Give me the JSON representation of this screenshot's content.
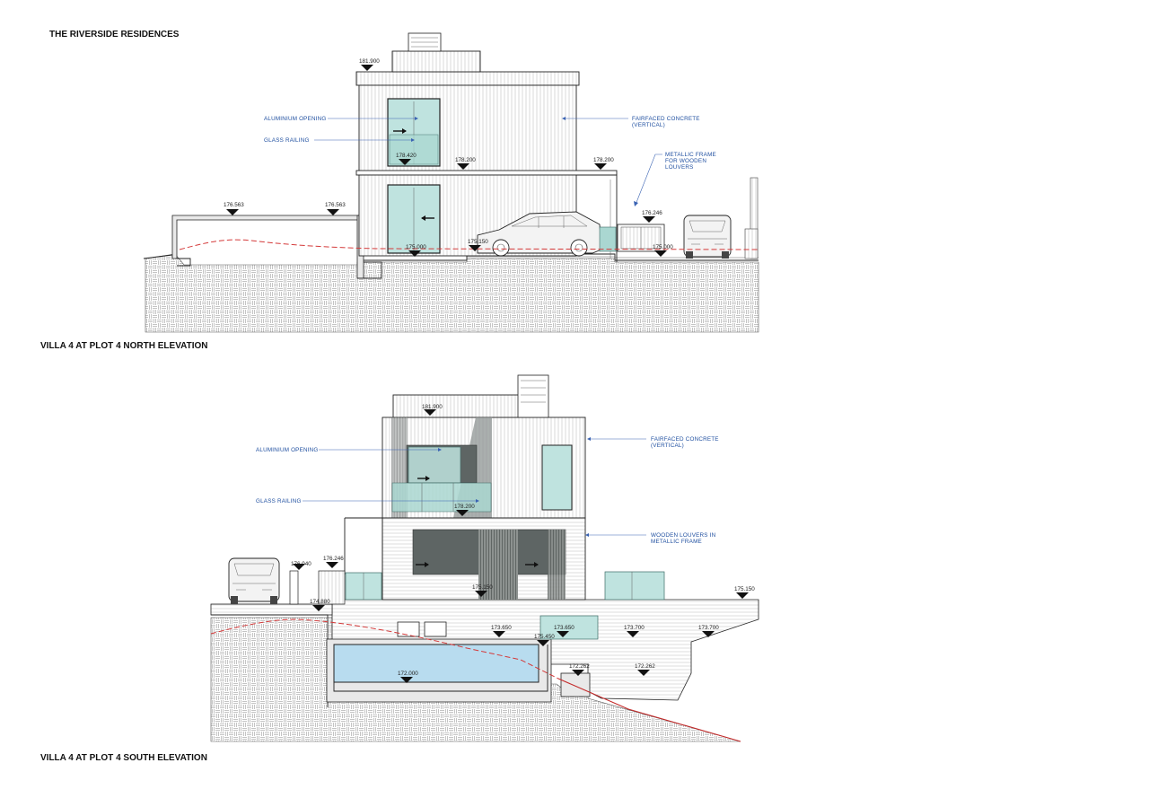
{
  "sheet": {
    "project_title": "THE RIVERSIDE RESIDENCES",
    "north_title": "VILLA 4 AT PLOT 4 NORTH ELEVATION",
    "south_title": "VILLA 4 AT PLOT 4 SOUTH ELEVATION"
  },
  "north": {
    "notes": {
      "aluminium_opening": "ALUMINIUM OPENING",
      "glass_railing": "GLASS RAILING",
      "fairfaced_1": "FAIRFACED CONCRETE",
      "fairfaced_2": "(VERTICAL)",
      "metallic_1": "METALLIC FRAME",
      "metallic_2": "FOR WOODEN",
      "metallic_3": "LOUVERS"
    },
    "levels": {
      "roof": "181.900",
      "balcony": "178.420",
      "first_floor": "178.200",
      "boundary": "178.200",
      "wall_left": "176.563",
      "wall_mid": "176.563",
      "ground": "175.000",
      "driveway": "175.150",
      "louvers": "176.246",
      "street": "175.000"
    }
  },
  "south": {
    "notes": {
      "aluminium_opening": "ALUMINIUM OPENING",
      "glass_railing": "GLASS RAILING",
      "fairfaced_1": "FAIRFACED CONCRETE",
      "fairfaced_2": "(VERTICAL)",
      "louvers_1": "WOODEN LOUVERS IN",
      "louvers_2": "METALLIC FRAME"
    },
    "levels": {
      "roof": "181.900",
      "first_floor": "178.200",
      "wall_a": "176.040",
      "wall_b": "176.246",
      "terrace": "175.150",
      "terrace_right": "175.150",
      "step_left": "174.880",
      "deck": "173.650",
      "pool_edge": "173.650",
      "pool_overflow": "175.450",
      "lower_a": "173.700",
      "lower_b": "173.700",
      "garden_a": "172.262",
      "garden_b": "172.262",
      "pool_bottom": "172.000"
    }
  }
}
